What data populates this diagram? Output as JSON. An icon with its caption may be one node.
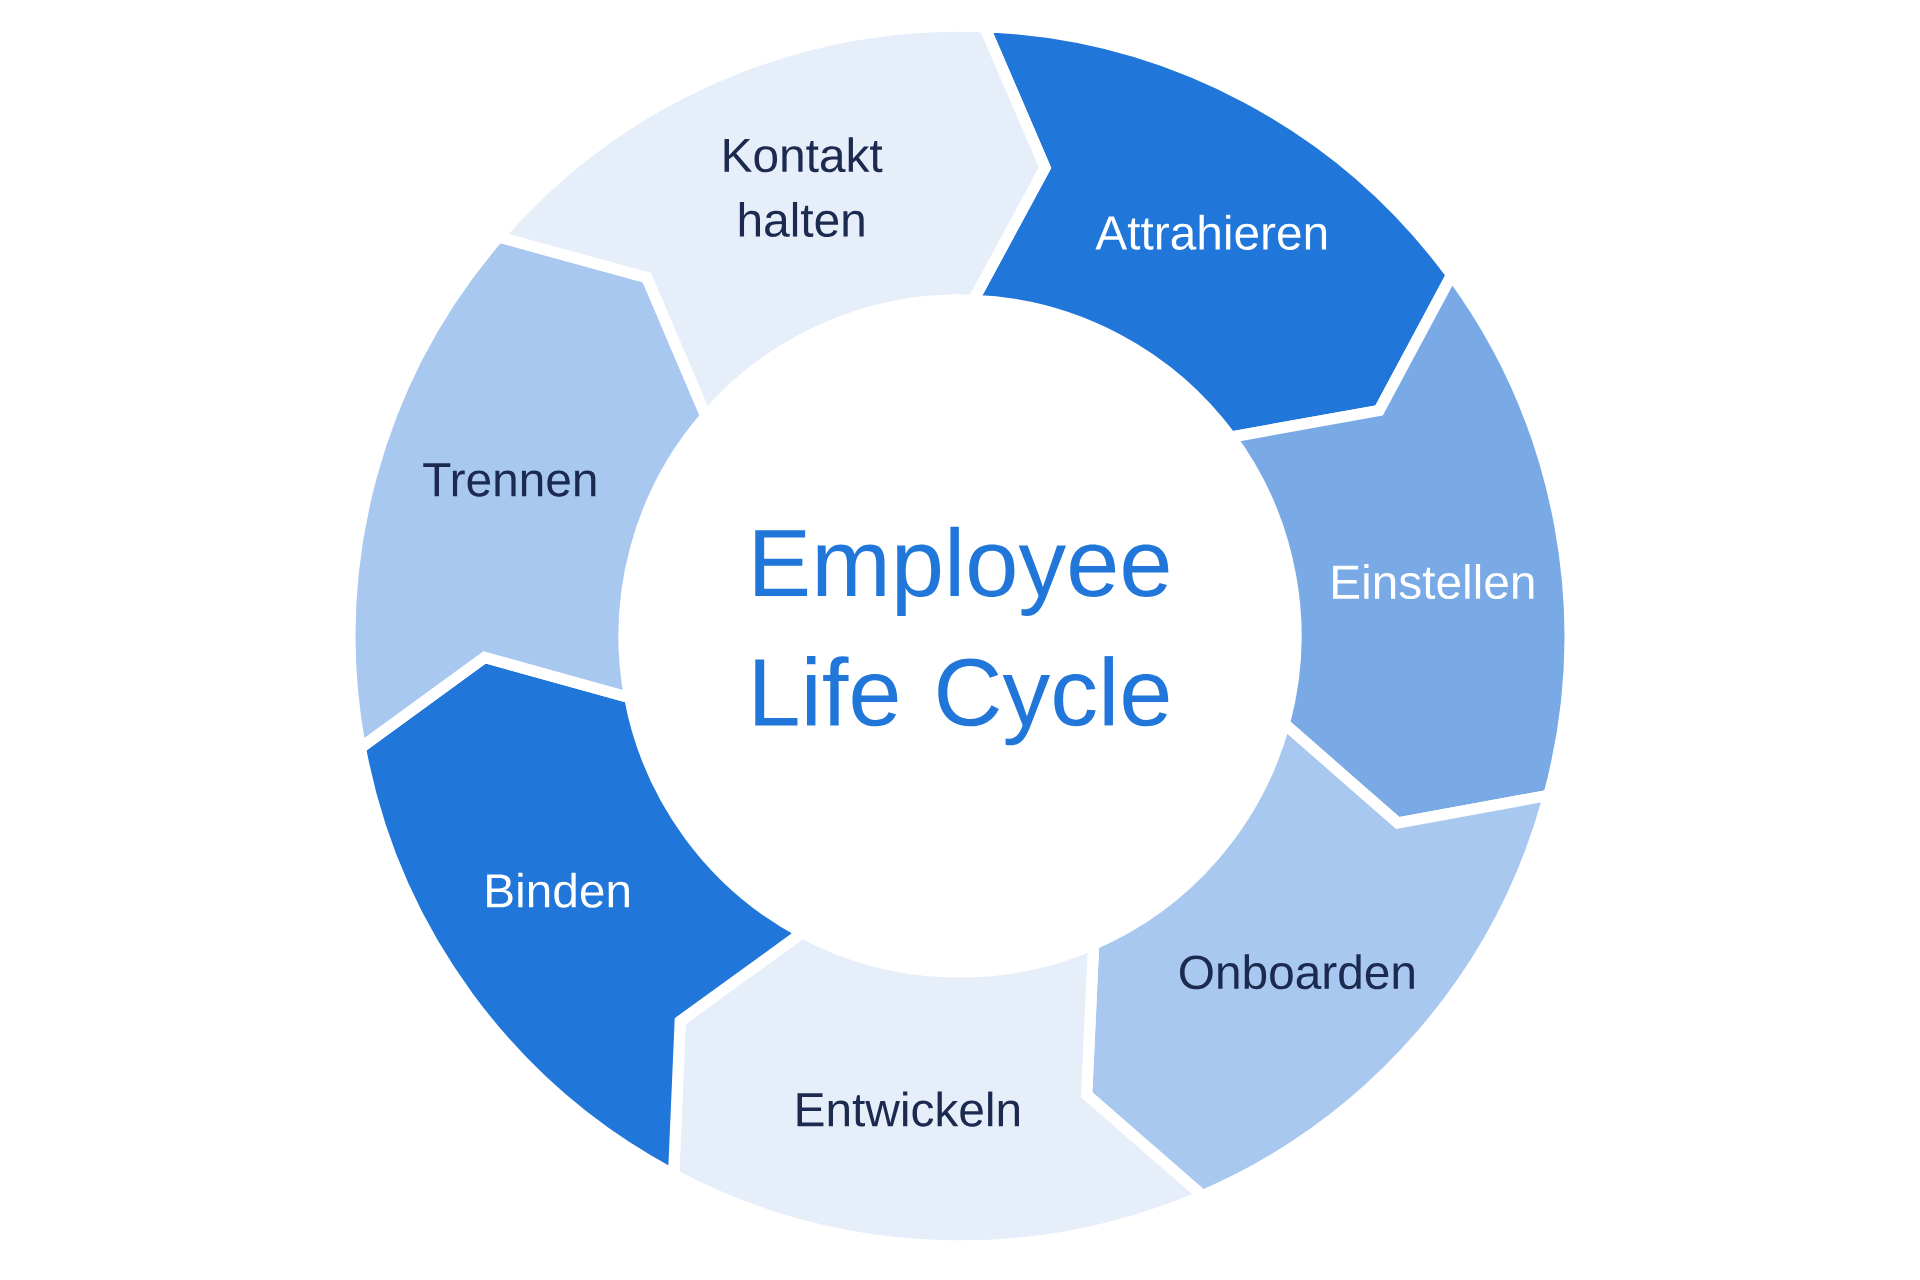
{
  "diagram": {
    "title": "Employee Life Cycle",
    "nodes": [
      {
        "text": [
          "Attrahieren"
        ]
      },
      {
        "text": [
          "Einstellen"
        ]
      },
      {
        "text": [
          "Onboarden"
        ]
      },
      {
        "text": [
          "Entwickeln"
        ]
      },
      {
        "text": [
          "Binden"
        ]
      },
      {
        "text": [
          "Trennen"
        ]
      },
      {
        "text": [
          "Kontakt halten"
        ]
      }
    ]
  }
}
